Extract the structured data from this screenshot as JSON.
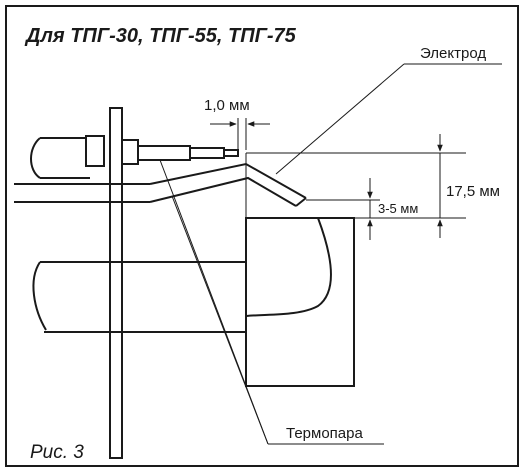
{
  "title": "Для ТПГ-30, ТПГ-55, ТПГ-75",
  "caption": "Рис. 3",
  "labels": {
    "electrode": "Электрод",
    "thermocouple": "Термопара"
  },
  "dimensions": {
    "gap": "1,0 мм",
    "clearance": "3-5 мм",
    "height": "17,5 мм"
  }
}
